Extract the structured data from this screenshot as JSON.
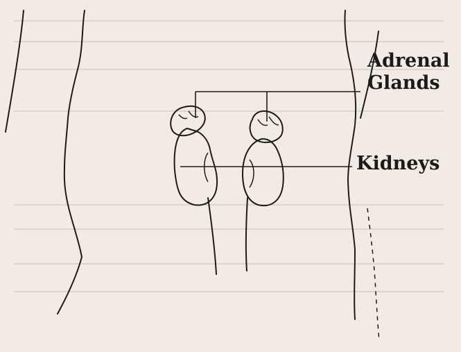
{
  "diagram": {
    "labels": {
      "adrenal_line1": "Adrenal",
      "adrenal_line2": "Glands",
      "kidneys": "Kidneys"
    },
    "colors": {
      "background": "#f1ebe3",
      "ink": "#1d1b19"
    }
  }
}
